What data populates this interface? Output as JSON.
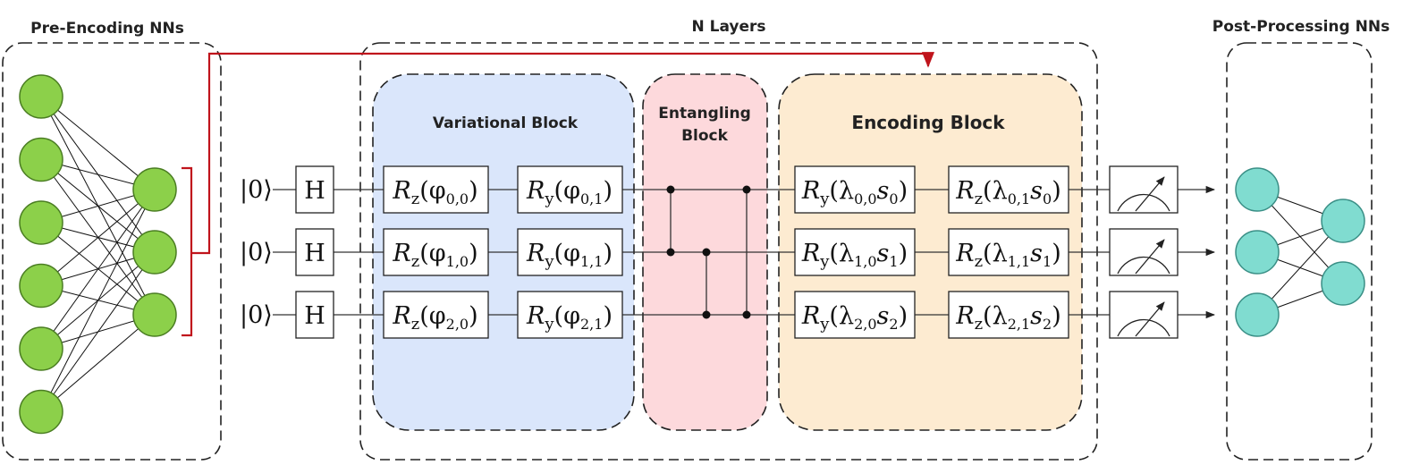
{
  "titles": {
    "pre_encoding": "Pre-Encoding NNs",
    "n_layers": "N Layers",
    "post_processing": "Post-Processing NNs"
  },
  "blocks": {
    "variational": "Variational Block",
    "entangling_line1": "Entangling",
    "entangling_line2": "Block",
    "encoding": "Encoding Block"
  },
  "colors": {
    "variational_fill": "#dae6fb",
    "entangling_fill": "#fdd9dc",
    "encoding_fill": "#fdebd1",
    "red_connector": "#c0141c",
    "green_node": "#8cd04a",
    "teal_node": "#80dcd0"
  },
  "pre_nn": {
    "input_nodes": 6,
    "output_nodes": 3
  },
  "post_nn": {
    "input_nodes": 3,
    "output_nodes": 2
  },
  "qubits": [
    {
      "ket": "|0⟩",
      "h": "H",
      "var0": {
        "g": "R",
        "sub": "z",
        "p": "φ",
        "idx": "0,0"
      },
      "var1": {
        "g": "R",
        "sub": "y",
        "p": "φ",
        "idx": "0,1"
      },
      "enc0": {
        "g": "R",
        "sub": "y",
        "p": "λ",
        "idx": "0,0",
        "s": "s",
        "si": "0"
      },
      "enc1": {
        "g": "R",
        "sub": "z",
        "p": "λ",
        "idx": "0,1",
        "s": "s",
        "si": "0"
      }
    },
    {
      "ket": "|0⟩",
      "h": "H",
      "var0": {
        "g": "R",
        "sub": "z",
        "p": "φ",
        "idx": "1,0"
      },
      "var1": {
        "g": "R",
        "sub": "y",
        "p": "φ",
        "idx": "1,1"
      },
      "enc0": {
        "g": "R",
        "sub": "y",
        "p": "λ",
        "idx": "1,0",
        "s": "s",
        "si": "1"
      },
      "enc1": {
        "g": "R",
        "sub": "z",
        "p": "λ",
        "idx": "1,1",
        "s": "s",
        "si": "1"
      }
    },
    {
      "ket": "|0⟩",
      "h": "H",
      "var0": {
        "g": "R",
        "sub": "z",
        "p": "φ",
        "idx": "2,0"
      },
      "var1": {
        "g": "R",
        "sub": "y",
        "p": "φ",
        "idx": "2,1"
      },
      "enc0": {
        "g": "R",
        "sub": "y",
        "p": "λ",
        "idx": "2,0",
        "s": "s",
        "si": "2"
      },
      "enc1": {
        "g": "R",
        "sub": "z",
        "p": "λ",
        "idx": "2,1",
        "s": "s",
        "si": "2"
      }
    }
  ]
}
